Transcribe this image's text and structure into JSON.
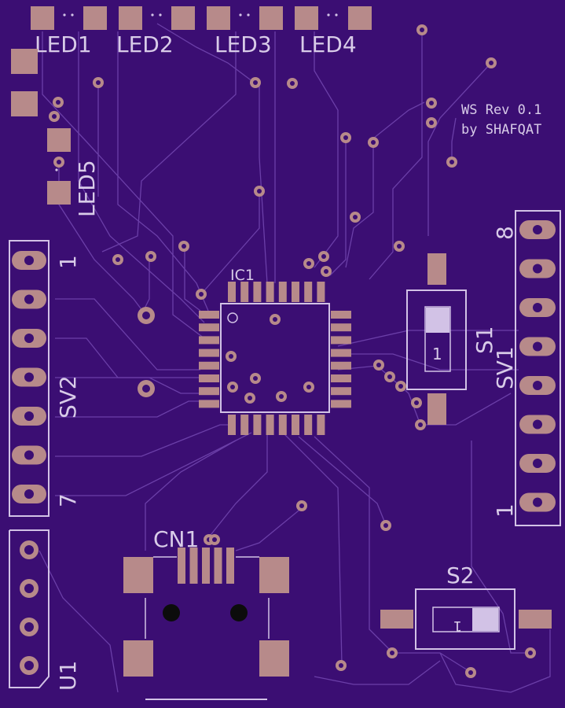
{
  "board": {
    "background": "#3b0e73",
    "silkscreen_color": "#d2c2e6",
    "pad_color": "#b78a8a",
    "trace_color": "#6b3fa8"
  },
  "labels": {
    "led1": "LED1",
    "led2": "LED2",
    "led3": "LED3",
    "led4": "LED4",
    "led5": "LED5",
    "rev_line1": "WS Rev 0.1",
    "rev_line2": "by SHAFQAT",
    "ic1": "IC1",
    "sv2": "SV2",
    "sv2_pin_first": "1",
    "sv2_pin_last": "7",
    "sv1": "SV1",
    "sv1_pin_first": "1",
    "sv1_pin_last": "8",
    "s1": "S1",
    "s1_switch_mark": "1",
    "s2": "S2",
    "s2_switch_mark": "1",
    "cn1": "CN1",
    "u1": "U1"
  }
}
